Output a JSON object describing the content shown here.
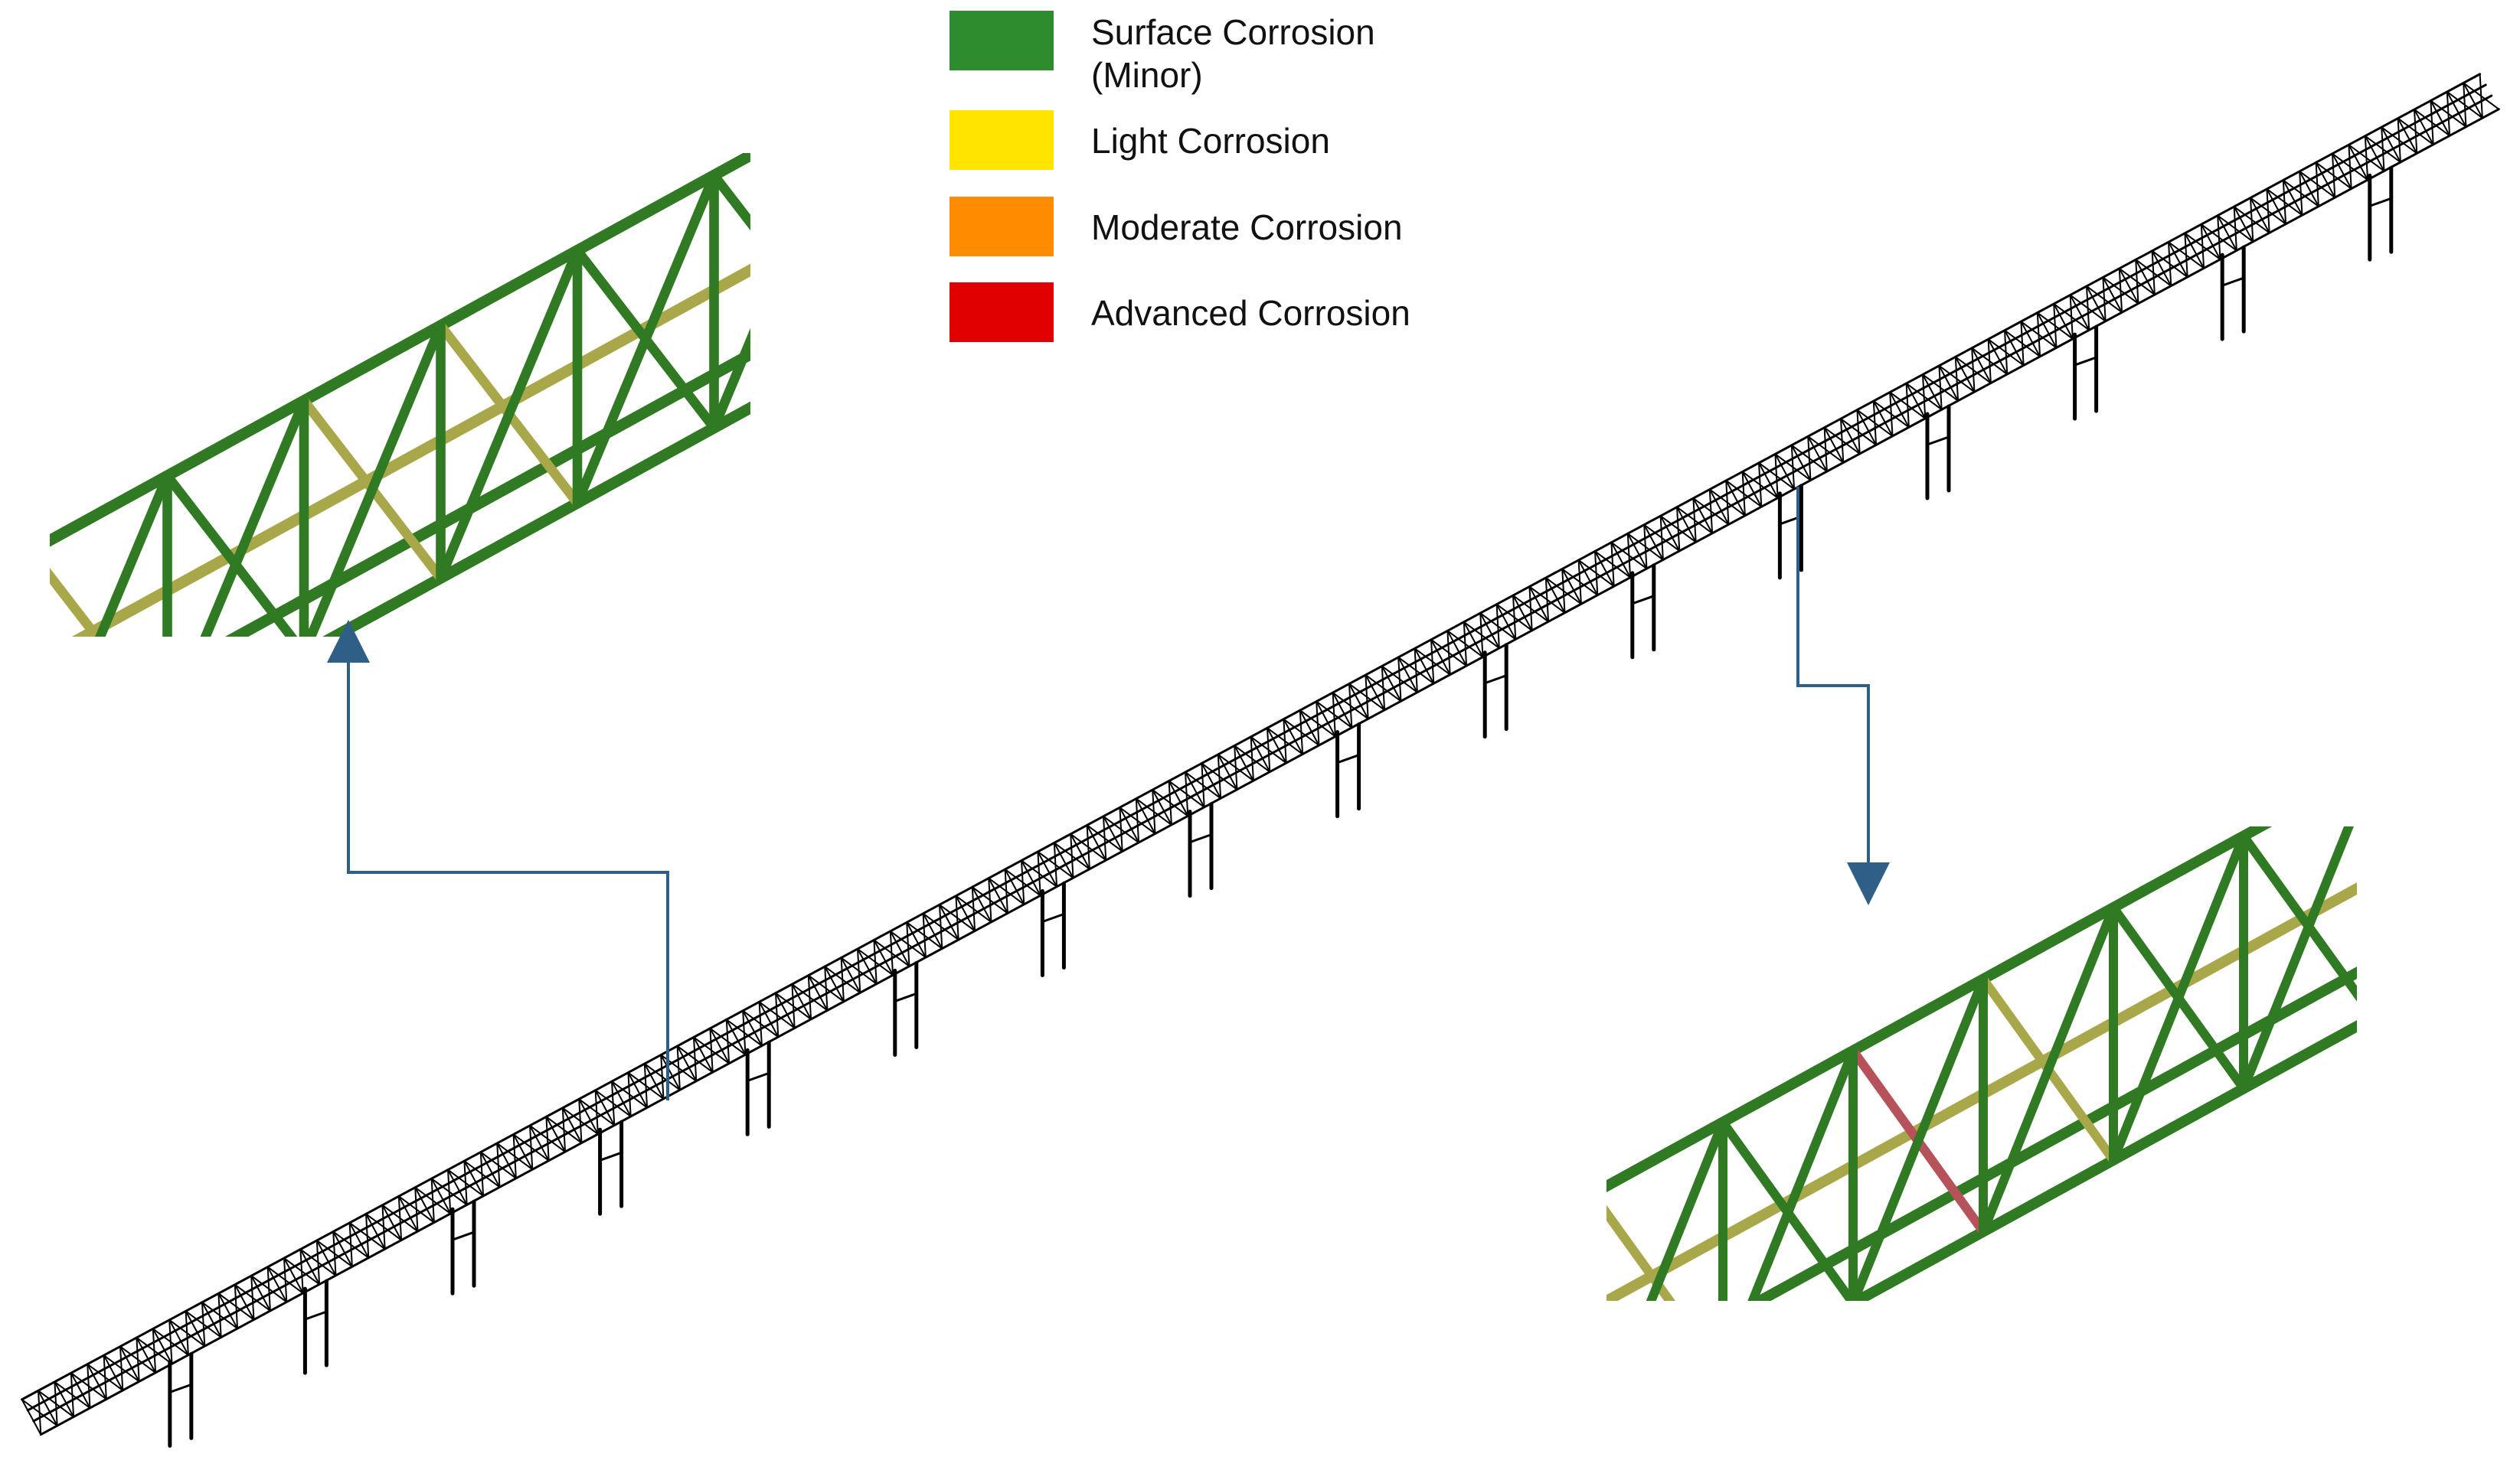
{
  "legend": {
    "items": [
      {
        "label": "Surface Corrosion\n(Minor)",
        "color": "#2e8b2e"
      },
      {
        "label": "Light Corrosion",
        "color": "#ffe600"
      },
      {
        "label": "Moderate Corrosion",
        "color": "#ff8c00"
      },
      {
        "label": "Advanced Corrosion",
        "color": "#e00000"
      }
    ]
  },
  "colors": {
    "truss_line": "#000000",
    "callout_arrow": "#2f5f86",
    "detail_green": "#2f7a22",
    "detail_olive": "#a8a84a",
    "detail_red": "#b5525a"
  }
}
